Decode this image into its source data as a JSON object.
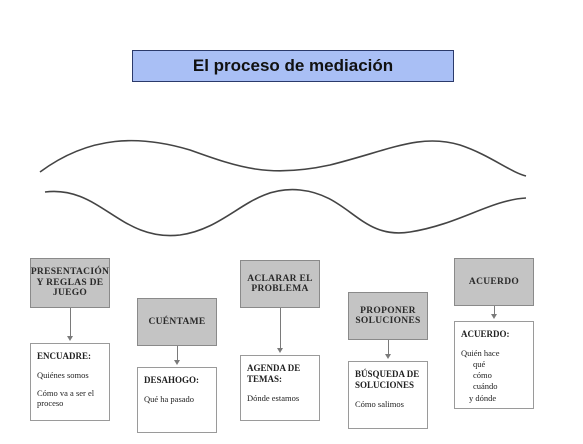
{
  "title": "El proceso de mediación",
  "stages": [
    {
      "label": "PRESENTACIÓN Y REGLAS DE JUEGO",
      "detail_title": "ENCUADRE:",
      "detail_lines": [
        "Quiénes somos",
        "Cómo va a ser el proceso"
      ]
    },
    {
      "label": "CUÉNTAME",
      "detail_title": "DESAHOGO:",
      "detail_lines": [
        "Qué ha pasado"
      ]
    },
    {
      "label": "ACLARAR EL PROBLEMA",
      "detail_title": "AGENDA DE TEMAS:",
      "detail_lines": [
        "Dónde estamos"
      ]
    },
    {
      "label": "PROPONER SOLUCIONES",
      "detail_title": "BÚSQUEDA DE SOLUCIONES",
      "detail_lines": [
        "Cómo salimos"
      ]
    },
    {
      "label": "ACUERDO",
      "detail_title": "ACUERDO:",
      "detail_lines": [
        "Quién hace",
        "qué",
        "cómo",
        "cuándo",
        "y dónde"
      ]
    }
  ]
}
